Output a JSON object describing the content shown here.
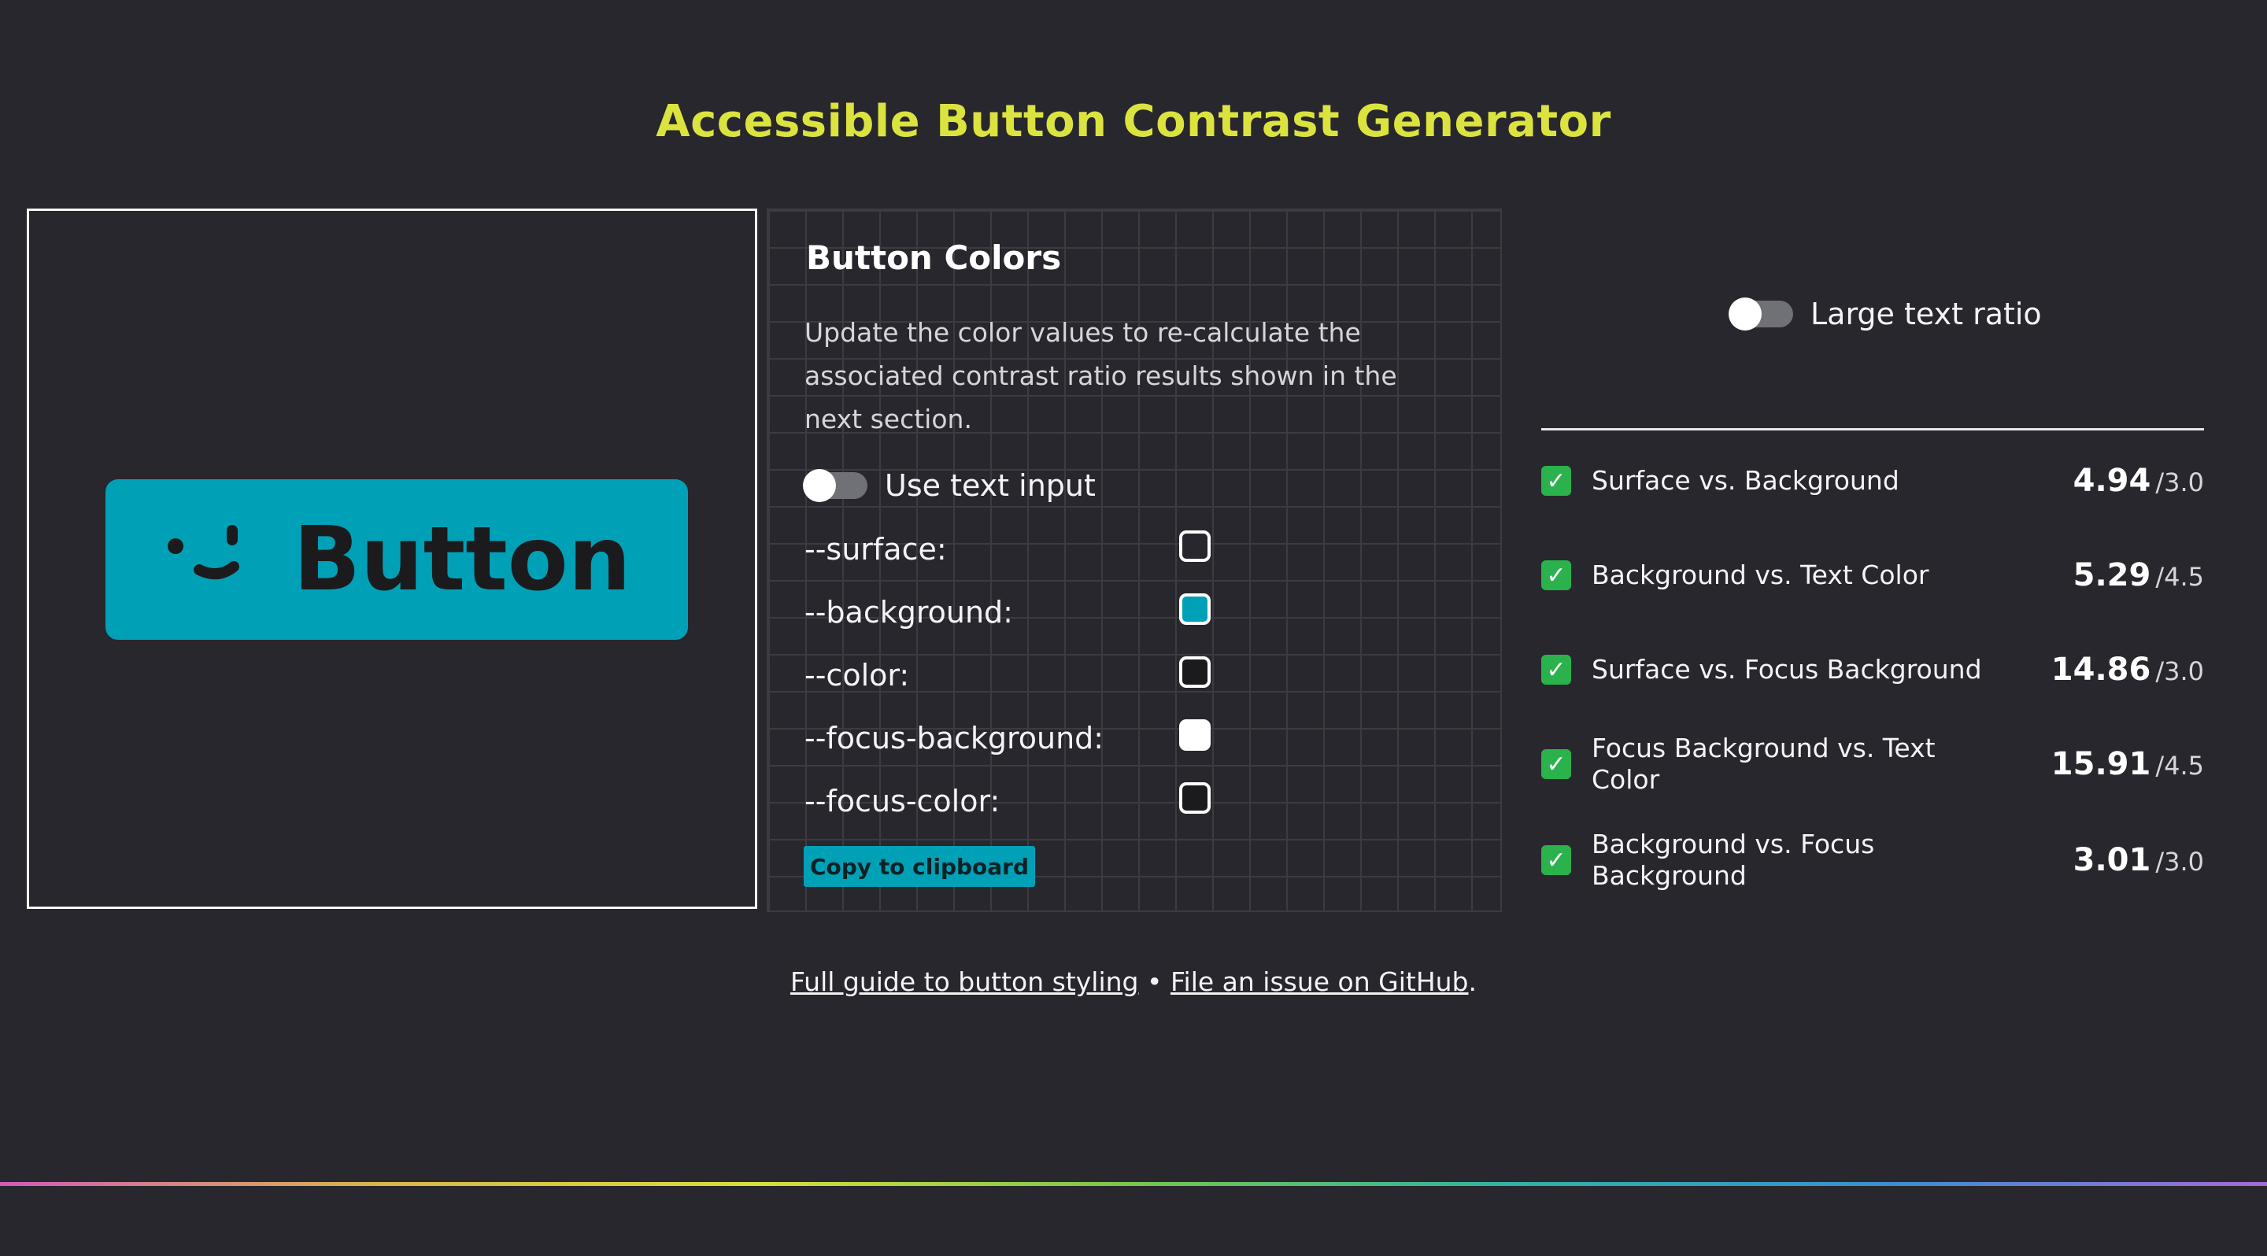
{
  "page": {
    "title": "Accessible Button Contrast Generator"
  },
  "preview": {
    "button_label": "Button",
    "button_color": "#00a1b6",
    "text_color": "#1b1b1e"
  },
  "controls": {
    "title": "Button Colors",
    "description": "Update the color values to re-calculate the associated contrast ratio results shown in the next section.",
    "text_input_toggle": "Use text input",
    "variables": [
      {
        "label": "--surface:",
        "value": "#28272d"
      },
      {
        "label": "--background:",
        "value": "#00a1b6"
      },
      {
        "label": "--color:",
        "value": "#1b1b1e"
      },
      {
        "label": "--focus-background:",
        "value": "#ffffff"
      },
      {
        "label": "--focus-color:",
        "value": "#1b1b1e"
      }
    ],
    "copy_label": "Copy to clipboard"
  },
  "results": {
    "large_text_toggle": "Large text ratio",
    "items": [
      {
        "label": "Surface vs. Background",
        "ratio": "4.94",
        "required": "/3.0"
      },
      {
        "label": "Background vs. Text Color",
        "ratio": "5.29",
        "required": "/4.5"
      },
      {
        "label": "Surface vs. Focus Background",
        "ratio": "14.86",
        "required": "/3.0"
      },
      {
        "label": "Focus Background vs. Text Color",
        "ratio": "15.91",
        "required": "/4.5"
      },
      {
        "label": "Background vs. Focus Background",
        "ratio": "3.01",
        "required": "/3.0"
      }
    ]
  },
  "footer": {
    "guide_link": "Full guide to button styling",
    "separator": " • ",
    "issue_link": "File an issue on GitHub",
    "end": "."
  },
  "icons": {
    "smiley": "wink-smile-icon",
    "check": "check-mark-icon"
  },
  "colors": {
    "accent": "#dbe33f",
    "background": "#28272d",
    "pass": "#2bb24c"
  }
}
